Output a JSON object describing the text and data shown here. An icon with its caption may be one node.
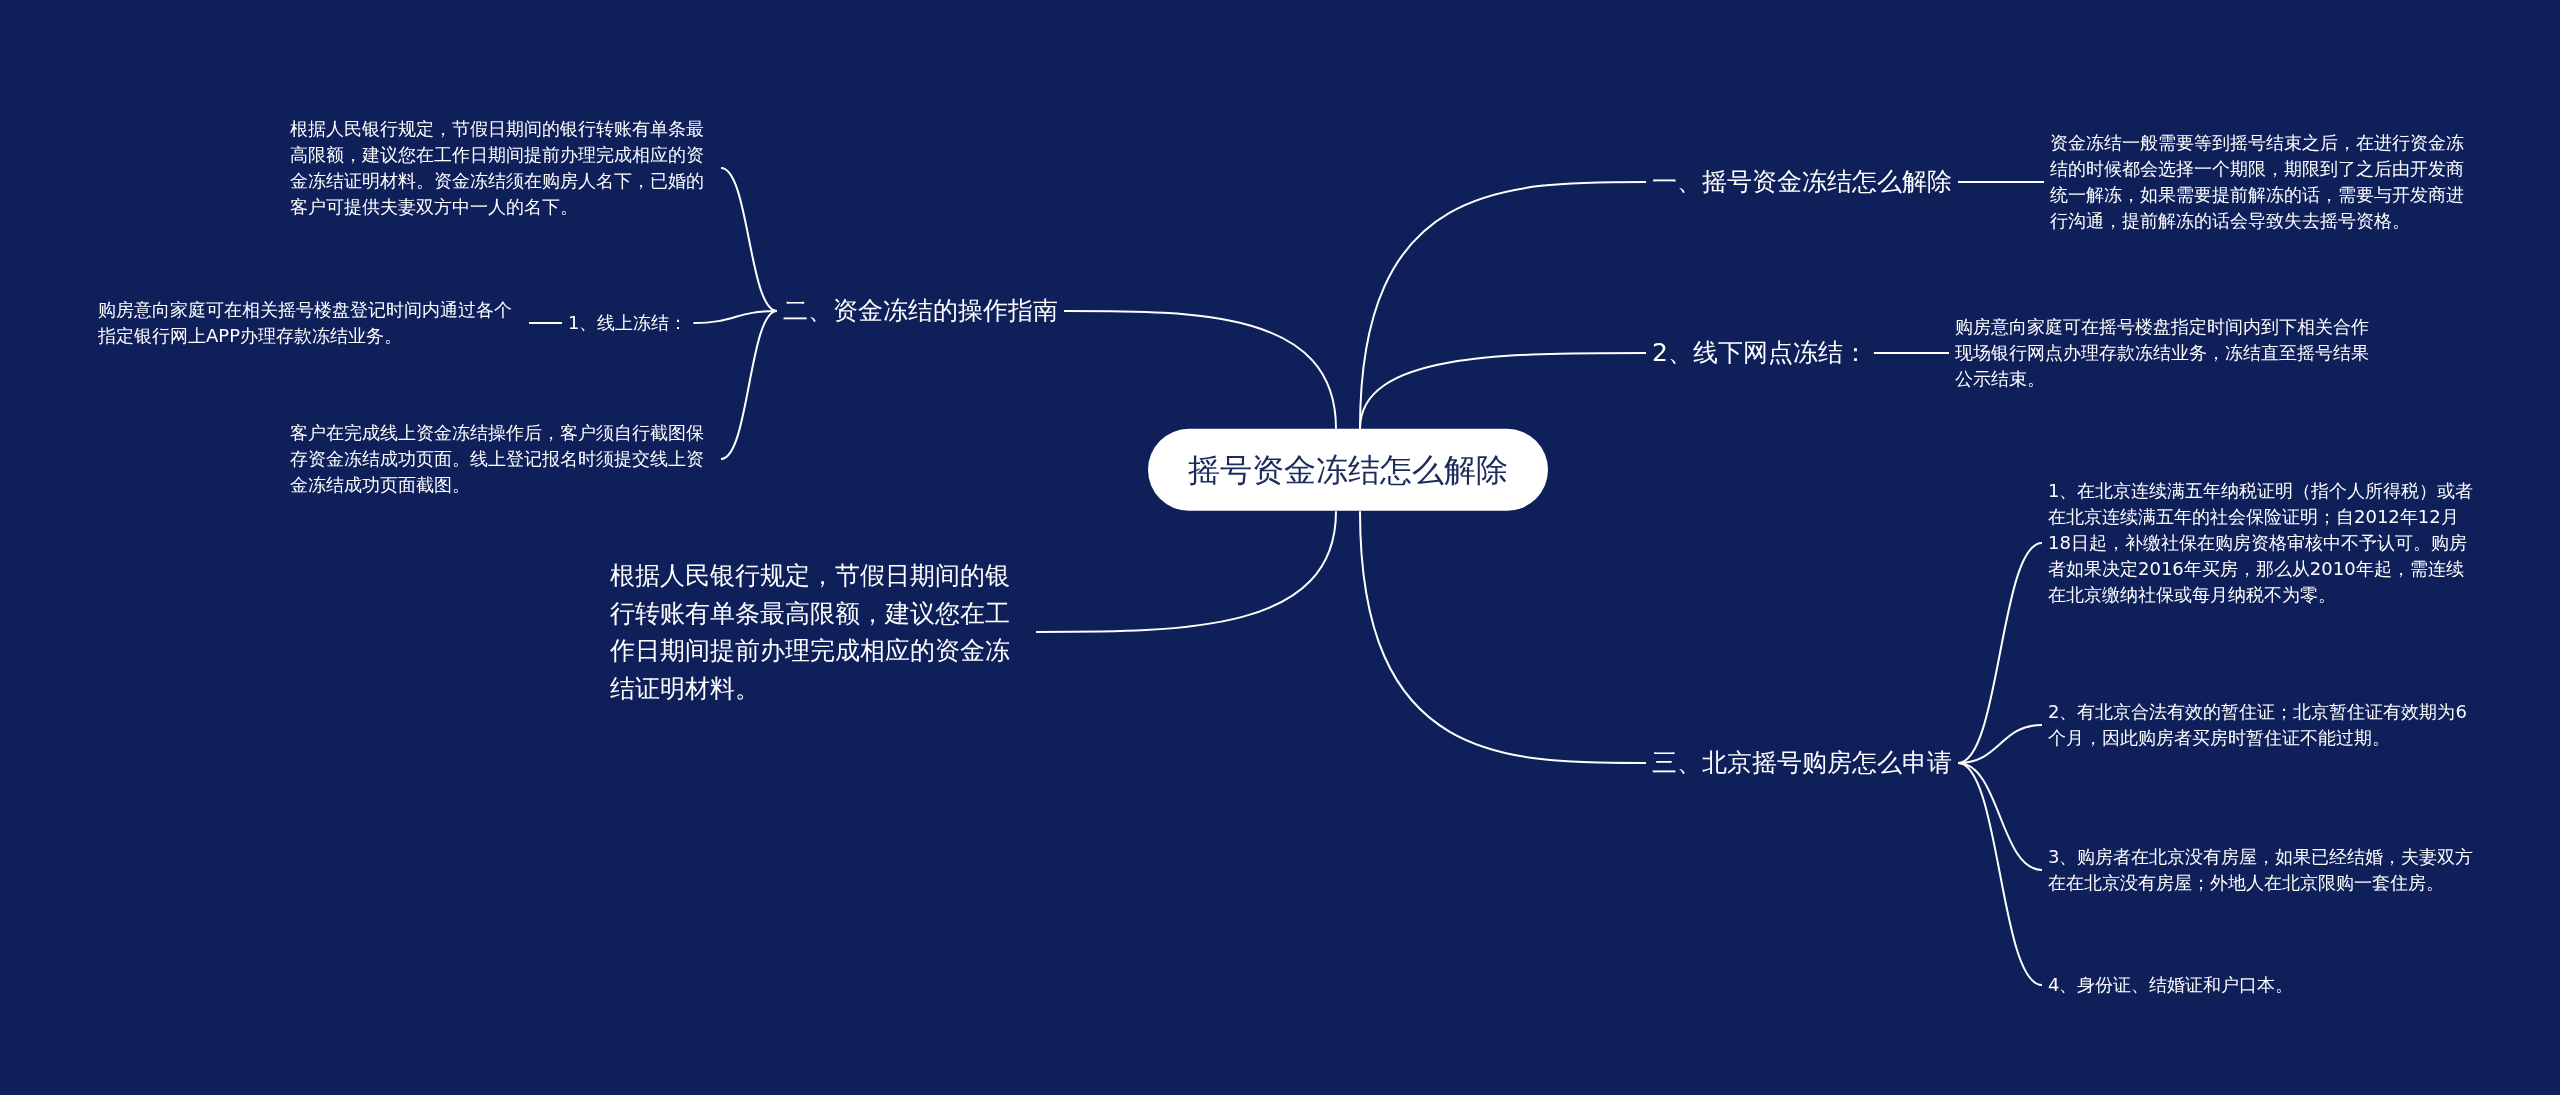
{
  "diagram": {
    "nodes": [
      {
        "text": [
          "摇号资金冻结怎么解除"
        ]
      },
      {
        "text": [
          "一、摇号资金冻结怎么解除"
        ]
      },
      {
        "text": [
          "资金冻结一般需要等到摇号结束之后，在进行资金冻结的时候都会选择一个期限，期限到了之后由开发商统一解冻，如果需要提前解冻的话，需要与开发商进行沟通，提前解冻的话会导致失去摇号资格。"
        ]
      },
      {
        "text": [
          "2、线下网点冻结："
        ]
      },
      {
        "text": [
          "购房意向家庭可在摇号楼盘指定时间内到下相关合作现场银行网点办理存款冻结业务，冻结直至摇号结果公示结束。"
        ]
      },
      {
        "text": [
          "三、北京摇号购房怎么申请"
        ]
      },
      {
        "text": [
          "1、在北京连续满五年纳税证明（指个人所得税）或者在北京连续满五年的社会保险证明；自2012年12月18日起，补缴社保在购房资格审核中不予认可。购房者如果决定2016年买房，那么从2010年起，需连续在北京缴纳社保或每月纳税不为零。"
        ]
      },
      {
        "text": [
          "2、有北京合法有效的暂住证；北京暂住证有效期为6个月，因此购房者买房时暂住证不能过期。"
        ]
      },
      {
        "text": [
          "3、购房者在北京没有房屋，如果已经结婚，夫妻双方在在北京没有房屋；外地人在北京限购一套住房。"
        ]
      },
      {
        "text": [
          "4、身份证、结婚证和户口本。"
        ]
      },
      {
        "text": [
          "二、资金冻结的操作指南"
        ]
      },
      {
        "text": [
          "根据人民银行规定，节假日期间的银行转账有单条最高限额，建议您在工作日期间提前办理完成相应的资金冻结证明材料。资金冻结须在购房人名下，已婚的客户可提供夫妻双方中一人的名下。"
        ]
      },
      {
        "text": [
          "1、线上冻结："
        ]
      },
      {
        "text": [
          "购房意向家庭可在相关摇号楼盘登记时间内通过各个指定银行网上APP办理存款冻结业务。"
        ]
      },
      {
        "text": [
          "客户在完成线上资金冻结操作后，客户须自行截图保存资金冻结成功页面。线上登记报名时须提交线上资金冻结成功页面截图。"
        ]
      },
      {
        "text": [
          "根据人民银行规定，节假日期间的银行转账有单条最高限额，建议您在工作日期间提前办理完成相应的资金冻结证明材料。"
        ]
      }
    ],
    "edges": [
      {
        "from": 0,
        "to": 1,
        "arrow": "none"
      },
      {
        "from": 1,
        "to": 2,
        "arrow": "none"
      },
      {
        "from": 0,
        "to": 3,
        "arrow": "none"
      },
      {
        "from": 3,
        "to": 4,
        "arrow": "none"
      },
      {
        "from": 0,
        "to": 5,
        "arrow": "none"
      },
      {
        "from": 5,
        "to": 6,
        "arrow": "none"
      },
      {
        "from": 5,
        "to": 7,
        "arrow": "none"
      },
      {
        "from": 5,
        "to": 8,
        "arrow": "none"
      },
      {
        "from": 5,
        "to": 9,
        "arrow": "none"
      },
      {
        "from": 10,
        "to": 0,
        "arrow": "none"
      },
      {
        "from": 11,
        "to": 10,
        "arrow": "none"
      },
      {
        "from": 12,
        "to": 10,
        "arrow": "none"
      },
      {
        "from": 13,
        "to": 12,
        "arrow": "none"
      },
      {
        "from": 14,
        "to": 10,
        "arrow": "none"
      },
      {
        "from": 15,
        "to": 0,
        "arrow": "none"
      }
    ]
  }
}
